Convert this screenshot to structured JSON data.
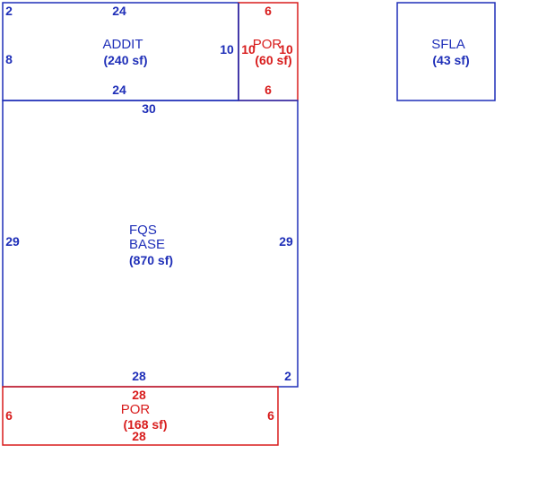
{
  "colors": {
    "blue": "#1f2fb8",
    "red": "#d81c1c"
  },
  "addit": {
    "label": "ADDIT",
    "area": "(240 sf)",
    "dims": {
      "top": "24",
      "bottom": "24",
      "left": "8",
      "right": "10",
      "corner": "2"
    }
  },
  "por_top": {
    "label": "POR",
    "area": "(60 sf)",
    "dims": {
      "top": "6",
      "bottom": "6",
      "left": "10",
      "right": "10"
    }
  },
  "sfla": {
    "label": "SFLA",
    "area": "(43 sf)"
  },
  "base": {
    "label_line1": "FQS",
    "label_line2": "BASE",
    "area": "(870 sf)",
    "dims": {
      "top": "30",
      "bottom": "28",
      "left": "29",
      "right": "29",
      "corner": "2"
    }
  },
  "por_bottom": {
    "label": "POR",
    "area": "(168 sf)",
    "dims": {
      "top": "28",
      "bottom": "28",
      "left": "6",
      "right": "6"
    }
  }
}
